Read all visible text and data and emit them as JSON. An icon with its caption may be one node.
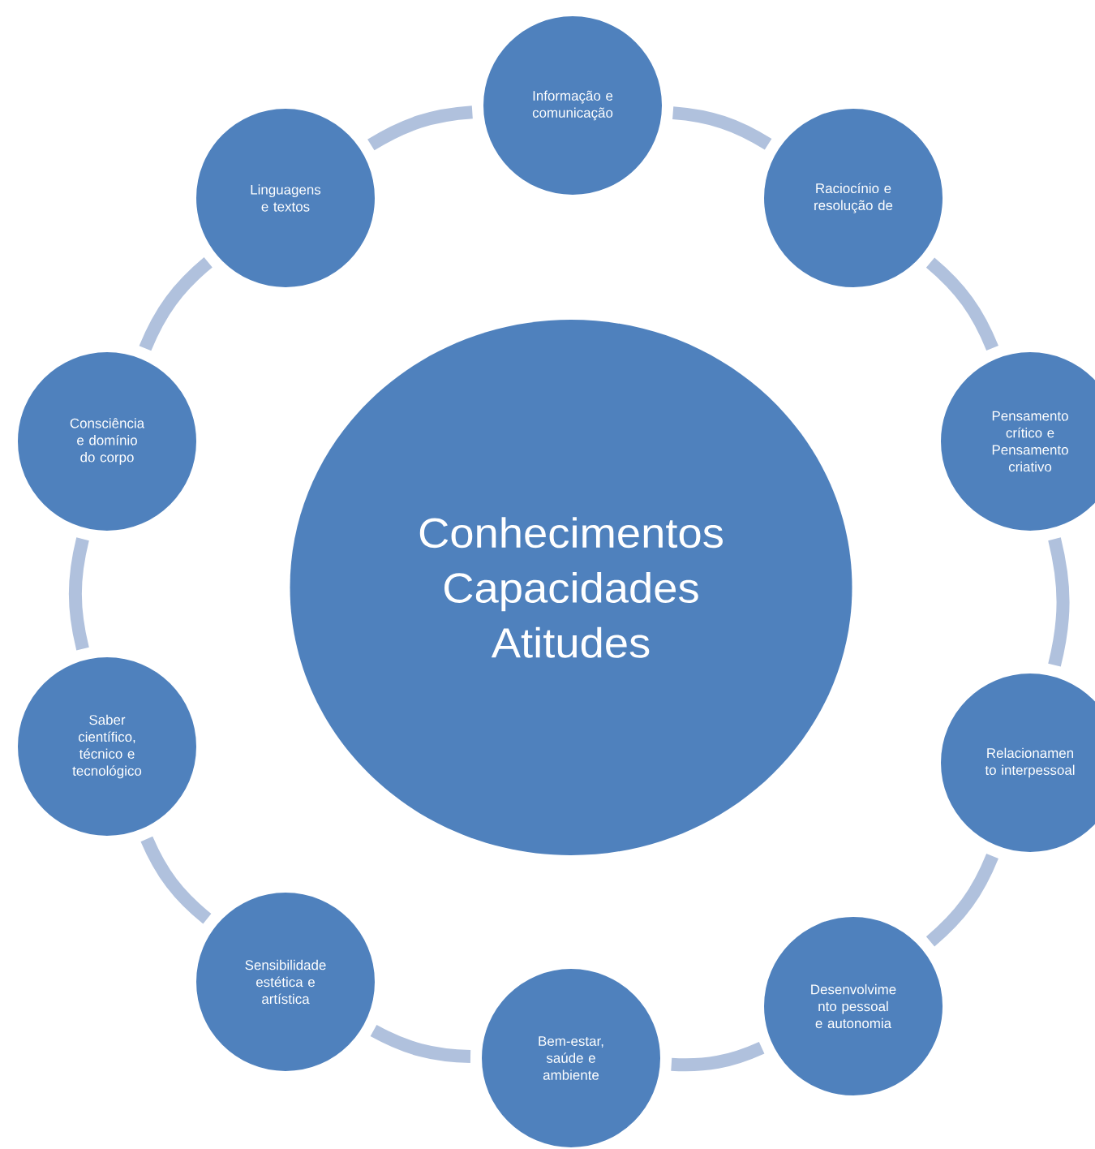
{
  "diagram": {
    "nodes": [
      {
        "text": [
          "Informação e comunicação"
        ]
      },
      {
        "text": [
          "Raciocínio e resolução de"
        ]
      },
      {
        "text": [
          "Pensamento crítico e Pensamento criativo"
        ]
      },
      {
        "text": [
          "Relacionamen to interpessoal"
        ]
      },
      {
        "text": [
          "Desenvolvime nto pessoal e autonomia"
        ]
      },
      {
        "text": [
          "Bem-estar, saúde e ambiente"
        ]
      },
      {
        "text": [
          "Sensibilidade estética e artística"
        ]
      },
      {
        "text": [
          "Saber científico, técnico e tecnológico"
        ]
      },
      {
        "text": [
          "Consciência e domínio do corpo"
        ]
      },
      {
        "text": [
          "Linguagens e textos"
        ]
      },
      {
        "text": [
          "Conhecimentos",
          "Capacidades",
          "Atitudes"
        ]
      }
    ],
    "edges": [
      {
        "from": 0,
        "to": 1,
        "arrow": "none"
      },
      {
        "from": 1,
        "to": 2,
        "arrow": "none"
      },
      {
        "from": 2,
        "to": 3,
        "arrow": "none"
      },
      {
        "from": 3,
        "to": 4,
        "arrow": "none"
      },
      {
        "from": 4,
        "to": 5,
        "arrow": "none"
      },
      {
        "from": 5,
        "to": 6,
        "arrow": "none"
      },
      {
        "from": 6,
        "to": 7,
        "arrow": "none"
      },
      {
        "from": 7,
        "to": 8,
        "arrow": "none"
      },
      {
        "from": 8,
        "to": 9,
        "arrow": "none"
      },
      {
        "from": 9,
        "to": 0,
        "arrow": "none"
      }
    ]
  }
}
